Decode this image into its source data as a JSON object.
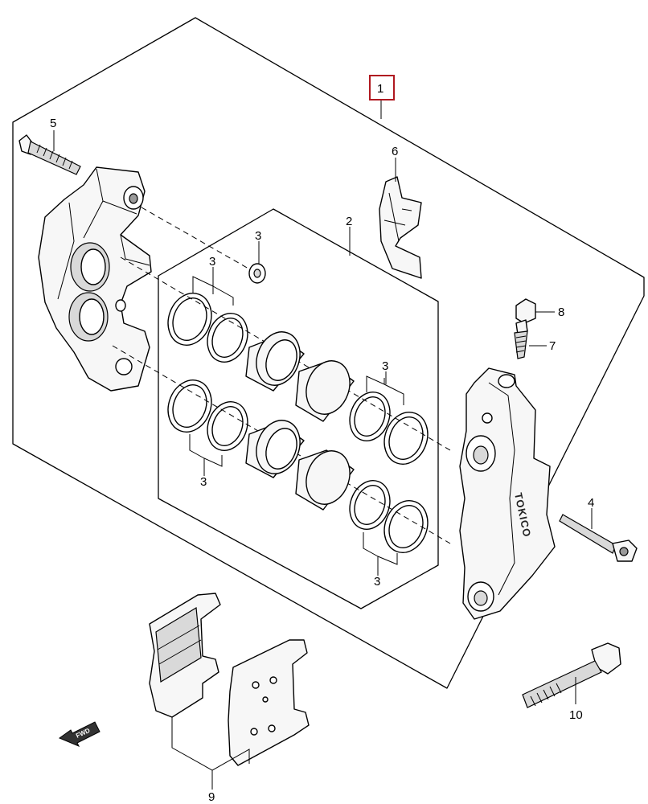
{
  "labels": {
    "p1": "1",
    "p2": "2",
    "p3a": "3",
    "p3b": "3",
    "p3c": "3",
    "p3d": "3",
    "p3e": "3",
    "p4": "4",
    "p5": "5",
    "p6": "6",
    "p7": "7",
    "p8": "8",
    "p9": "9",
    "p10": "10"
  },
  "brand_text": "TOKICO",
  "fwd_text": "FWD",
  "colors": {
    "highlight_box": "#b01820",
    "line": "#000000",
    "background": "#ffffff"
  }
}
